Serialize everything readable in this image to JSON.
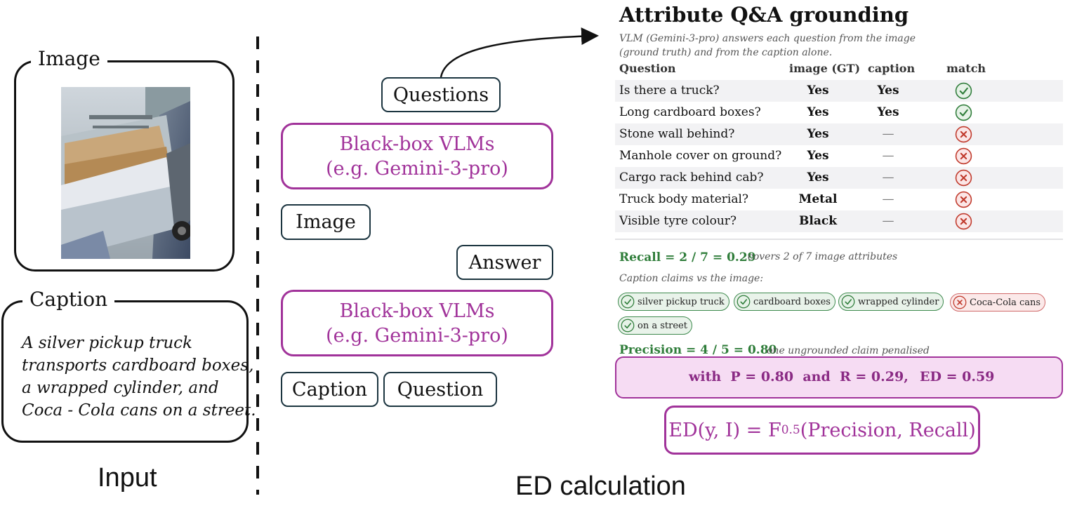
{
  "input": {
    "image_label": "Image",
    "caption_label": "Caption",
    "caption_lines": [
      "A silver pickup truck",
      "transports cardboard boxes,",
      "a wrapped cylinder, and",
      "Coca - Cola cans on a street."
    ],
    "section_label": "Input"
  },
  "pipeline": {
    "questions_label": "Questions",
    "vlm_top": [
      "Black-box VLMs",
      "(e.g. Gemini-3-pro)"
    ],
    "image_label": "Image",
    "answer_label": "Answer",
    "vlm_bottom": [
      "Black-box VLMs",
      "(e.g. Gemini-3-pro)"
    ],
    "caption_label": "Caption",
    "question_label": "Question",
    "section_label": "ED calculation"
  },
  "qa": {
    "title": "Attribute Q&A grounding",
    "subtitle_lines": [
      "VLM (Gemini-3-pro) answers each question from the image",
      "(ground truth) and from the caption alone."
    ],
    "headers": {
      "question": "Question",
      "image": "image (GT)",
      "caption": "caption",
      "match": "match"
    },
    "rows": [
      {
        "q": "Is there a truck?",
        "image": "Yes",
        "caption": "Yes",
        "match": true
      },
      {
        "q": "Long cardboard boxes?",
        "image": "Yes",
        "caption": "Yes",
        "match": true
      },
      {
        "q": "Stone wall behind?",
        "image": "Yes",
        "caption": "—",
        "match": false
      },
      {
        "q": "Manhole cover on ground?",
        "image": "Yes",
        "caption": "—",
        "match": false
      },
      {
        "q": "Cargo rack behind cab?",
        "image": "Yes",
        "caption": "—",
        "match": false
      },
      {
        "q": "Truck body material?",
        "image": "Metal",
        "caption": "—",
        "match": false
      },
      {
        "q": "Visible tyre colour?",
        "image": "Black",
        "caption": "—",
        "match": false
      }
    ],
    "recall_text": "Recall = 2 / 7 = 0.29",
    "recall_note": "covers 2 of 7 image attributes",
    "claims_note": "Caption claims vs the image:",
    "claims": [
      {
        "text": "silver pickup truck",
        "ok": true
      },
      {
        "text": "cardboard boxes",
        "ok": true
      },
      {
        "text": "wrapped cylinder",
        "ok": true
      },
      {
        "text": "Coca-Cola cans",
        "ok": false
      },
      {
        "text": "on a street",
        "ok": true
      }
    ],
    "precision_text": "Precision = 4 / 5 = 0.80",
    "precision_note": "one ungrounded claim penalised",
    "result_left": "with  P = 0.80  and  R = 0.29,",
    "result_right": "ED = 0.59",
    "formula_main": "ED(y, I) = F",
    "formula_sub": "0.5",
    "formula_end": "(Precision, Recall)"
  },
  "colors": {
    "accent": "#a1339a",
    "green": "#2f7d3a",
    "red": "#c0392b",
    "dark": "#1c3540"
  }
}
